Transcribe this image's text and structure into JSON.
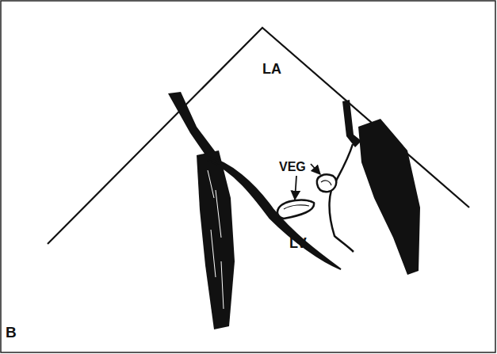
{
  "diagram": {
    "labels": [
      "LA",
      "VEG",
      "LV",
      "B"
    ]
  }
}
